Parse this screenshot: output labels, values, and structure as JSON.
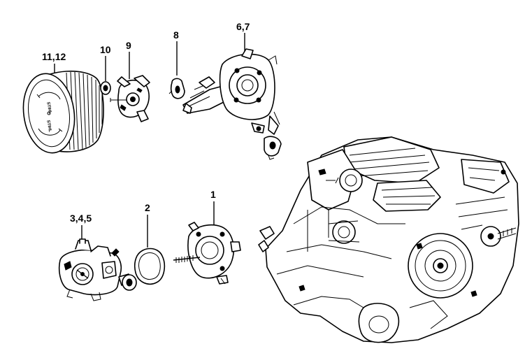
{
  "labels": {
    "filter": "11,12",
    "grommet": "10",
    "part9": "9",
    "part8": "8",
    "part67": "6,7",
    "carb": "3,4,5",
    "gasket": "2",
    "part1": "1"
  },
  "filter_text": {
    "upper": "STIHL",
    "lower": "STIHL"
  }
}
